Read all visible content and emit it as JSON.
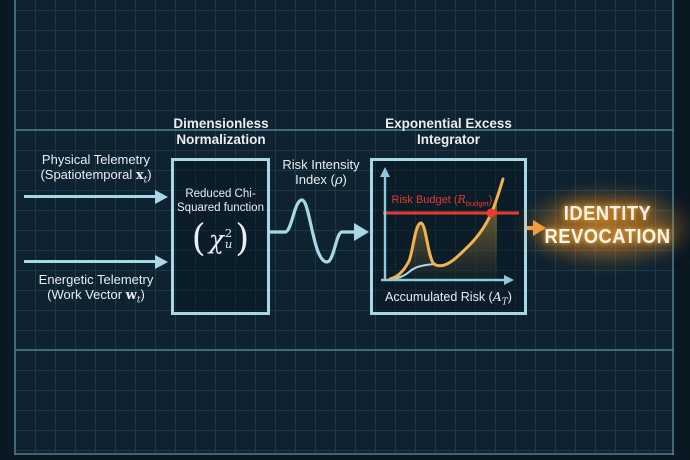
{
  "colors": {
    "background": "#0a1822",
    "paper": "#0e2230",
    "grid_line": "#1c3a49",
    "grid_major": "#4f7d90",
    "accent_cyan": "#a8d8e6",
    "text": "#e9eef1",
    "risk_red": "#e9392f",
    "curve_orange": "#f3b14f",
    "output_orange": "#f0a243"
  },
  "inputs": [
    {
      "title": "Physical Telemetry",
      "detail_pre": "(Spatiotemporal ",
      "vector": "x",
      "vector_sub": "t",
      "detail_post": ")"
    },
    {
      "title": "Energetic Telemetry",
      "detail_pre": "(Work Vector ",
      "vector": "w",
      "vector_sub": "t",
      "detail_post": ")"
    }
  ],
  "normalizer": {
    "title_line1": "Dimensionless",
    "title_line2": "Normalization",
    "caption_line1": "Reduced Chi-",
    "caption_line2": "Squared function",
    "formula": {
      "open": "(",
      "symbol": "χ",
      "sup": "2",
      "sub": "u",
      "close": ")"
    }
  },
  "signal": {
    "line1": "Risk Intensity",
    "line2_pre": "Index (",
    "symbol": "ρ",
    "line2_post": ")"
  },
  "integrator": {
    "title_line1": "Exponential Excess",
    "title_line2": "Integrator",
    "budget_pre": "Risk Budget (",
    "budget_symbol": "R",
    "budget_sub": "budget",
    "budget_post": ")",
    "xaxis_pre": "Accumulated Risk (",
    "xaxis_symbol": "A",
    "xaxis_sub": "T",
    "xaxis_post": ")"
  },
  "output": {
    "line1": "IDENTITY",
    "line2": "REVOCATION"
  }
}
